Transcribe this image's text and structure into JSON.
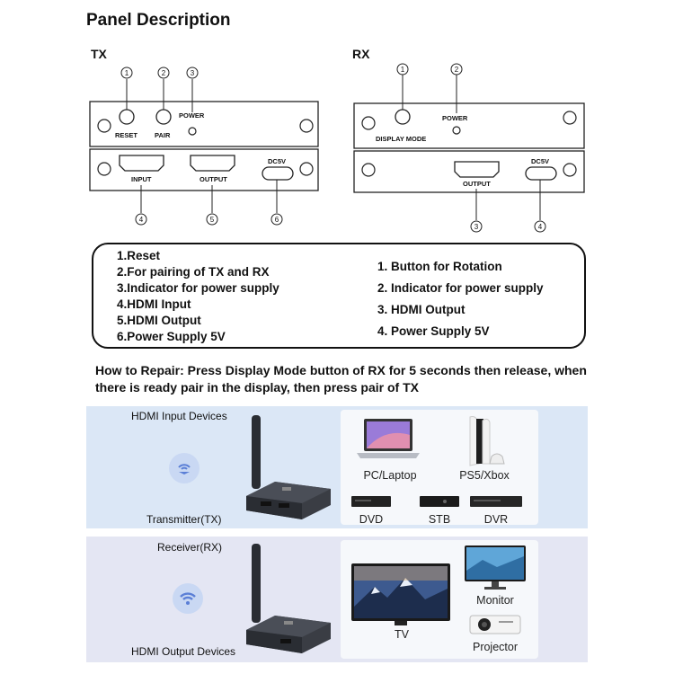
{
  "title": "Panel Description",
  "tx": {
    "label": "TX",
    "top_labels": {
      "reset": "RESET",
      "pair": "PAIR",
      "power": "POWER"
    },
    "bottom_labels": {
      "input": "INPUT",
      "output": "OUTPUT",
      "dc": "DC5V"
    },
    "numbers": [
      "①",
      "②",
      "③",
      "④",
      "⑤",
      "⑥"
    ]
  },
  "rx": {
    "label": "RX",
    "top_labels": {
      "display_mode": "DISPLAY MODE",
      "power": "POWER"
    },
    "bottom_labels": {
      "output": "OUTPUT",
      "dc": "DC5V"
    },
    "numbers": [
      "①",
      "②",
      "③",
      "④"
    ]
  },
  "description": {
    "tx_items": [
      "1.Reset",
      "2.For pairing of TX and RX",
      "3.Indicator for power supply",
      "4.HDMI Input",
      "5.HDMI Output",
      "6.Power Supply 5V"
    ],
    "rx_items": [
      "1. Button for Rotation",
      "2. Indicator for power supply",
      "3. HDMI Output",
      "4. Power Supply 5V"
    ]
  },
  "repair_text": "How to Repair: Press Display Mode button of RX for 5 seconds then release, when there is ready pair in the display, then press pair of TX",
  "tx_band": {
    "caption_top": "HDMI Input Devices",
    "caption_bottom": "Transmitter(TX)",
    "devices": [
      "PC/Laptop",
      "PS5/Xbox",
      "DVD",
      "STB",
      "DVR"
    ]
  },
  "rx_band": {
    "caption_top": "Receiver(RX)",
    "caption_bottom": "HDMI Output Devices",
    "devices": [
      "TV",
      "Monitor",
      "Projector"
    ]
  },
  "colors": {
    "tx_band": "#dbe7f6",
    "rx_band": "#e4e6f3",
    "signal_icon": "#5b7fd6",
    "device_body": "#2a2d33"
  }
}
